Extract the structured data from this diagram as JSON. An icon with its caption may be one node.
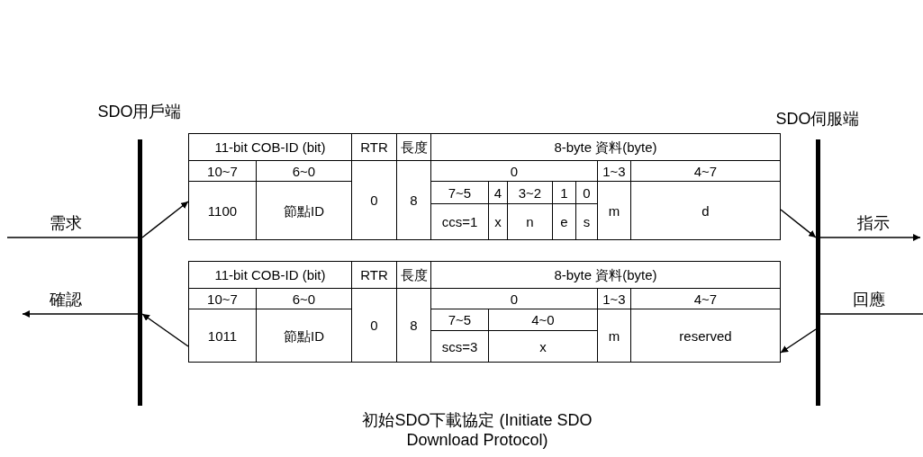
{
  "diagram": {
    "caption": "初始SDO下載協定 (Initiate SDO Download Protocol)",
    "nodes": [
      {
        "text": [],
        "shape": "bar",
        "beside": [
          "SDO用戶端"
        ]
      },
      {
        "text": [],
        "shape": "bar",
        "beside": [
          "SDO伺服端"
        ]
      },
      {
        "text": [
          "11-bit COB-ID (bit)",
          "RTR",
          "長度",
          "8-byte 資料(byte)",
          "10~7",
          "6~0",
          "0",
          "1~3",
          "4~7",
          "1100",
          "節點ID",
          "0",
          "8",
          "7~5",
          "4",
          "3~2",
          "1",
          "0",
          "m",
          "d",
          "ccs=1",
          "x",
          "n",
          "e",
          "s"
        ]
      },
      {
        "text": [
          "11-bit COB-ID (bit)",
          "RTR",
          "長度",
          "8-byte 資料(byte)",
          "10~7",
          "6~0",
          "0",
          "1~3",
          "4~7",
          "1011",
          "節點ID",
          "0",
          "8",
          "7~5",
          "4~0",
          "m",
          "reserved",
          "scs=3",
          "x"
        ]
      }
    ],
    "edges": [
      {
        "from": null,
        "to": 0,
        "arrow": "none",
        "label": "需求"
      },
      {
        "from": 0,
        "to": 2,
        "arrow": "to"
      },
      {
        "from": 2,
        "to": 1,
        "arrow": "to"
      },
      {
        "from": 1,
        "to": null,
        "arrow": "to",
        "label": "指示"
      },
      {
        "from": null,
        "to": 1,
        "arrow": "none",
        "label": "回應"
      },
      {
        "from": 1,
        "to": 3,
        "arrow": "to"
      },
      {
        "from": 3,
        "to": 0,
        "arrow": "to"
      },
      {
        "from": 0,
        "to": null,
        "arrow": "to",
        "label": "確認"
      }
    ]
  }
}
